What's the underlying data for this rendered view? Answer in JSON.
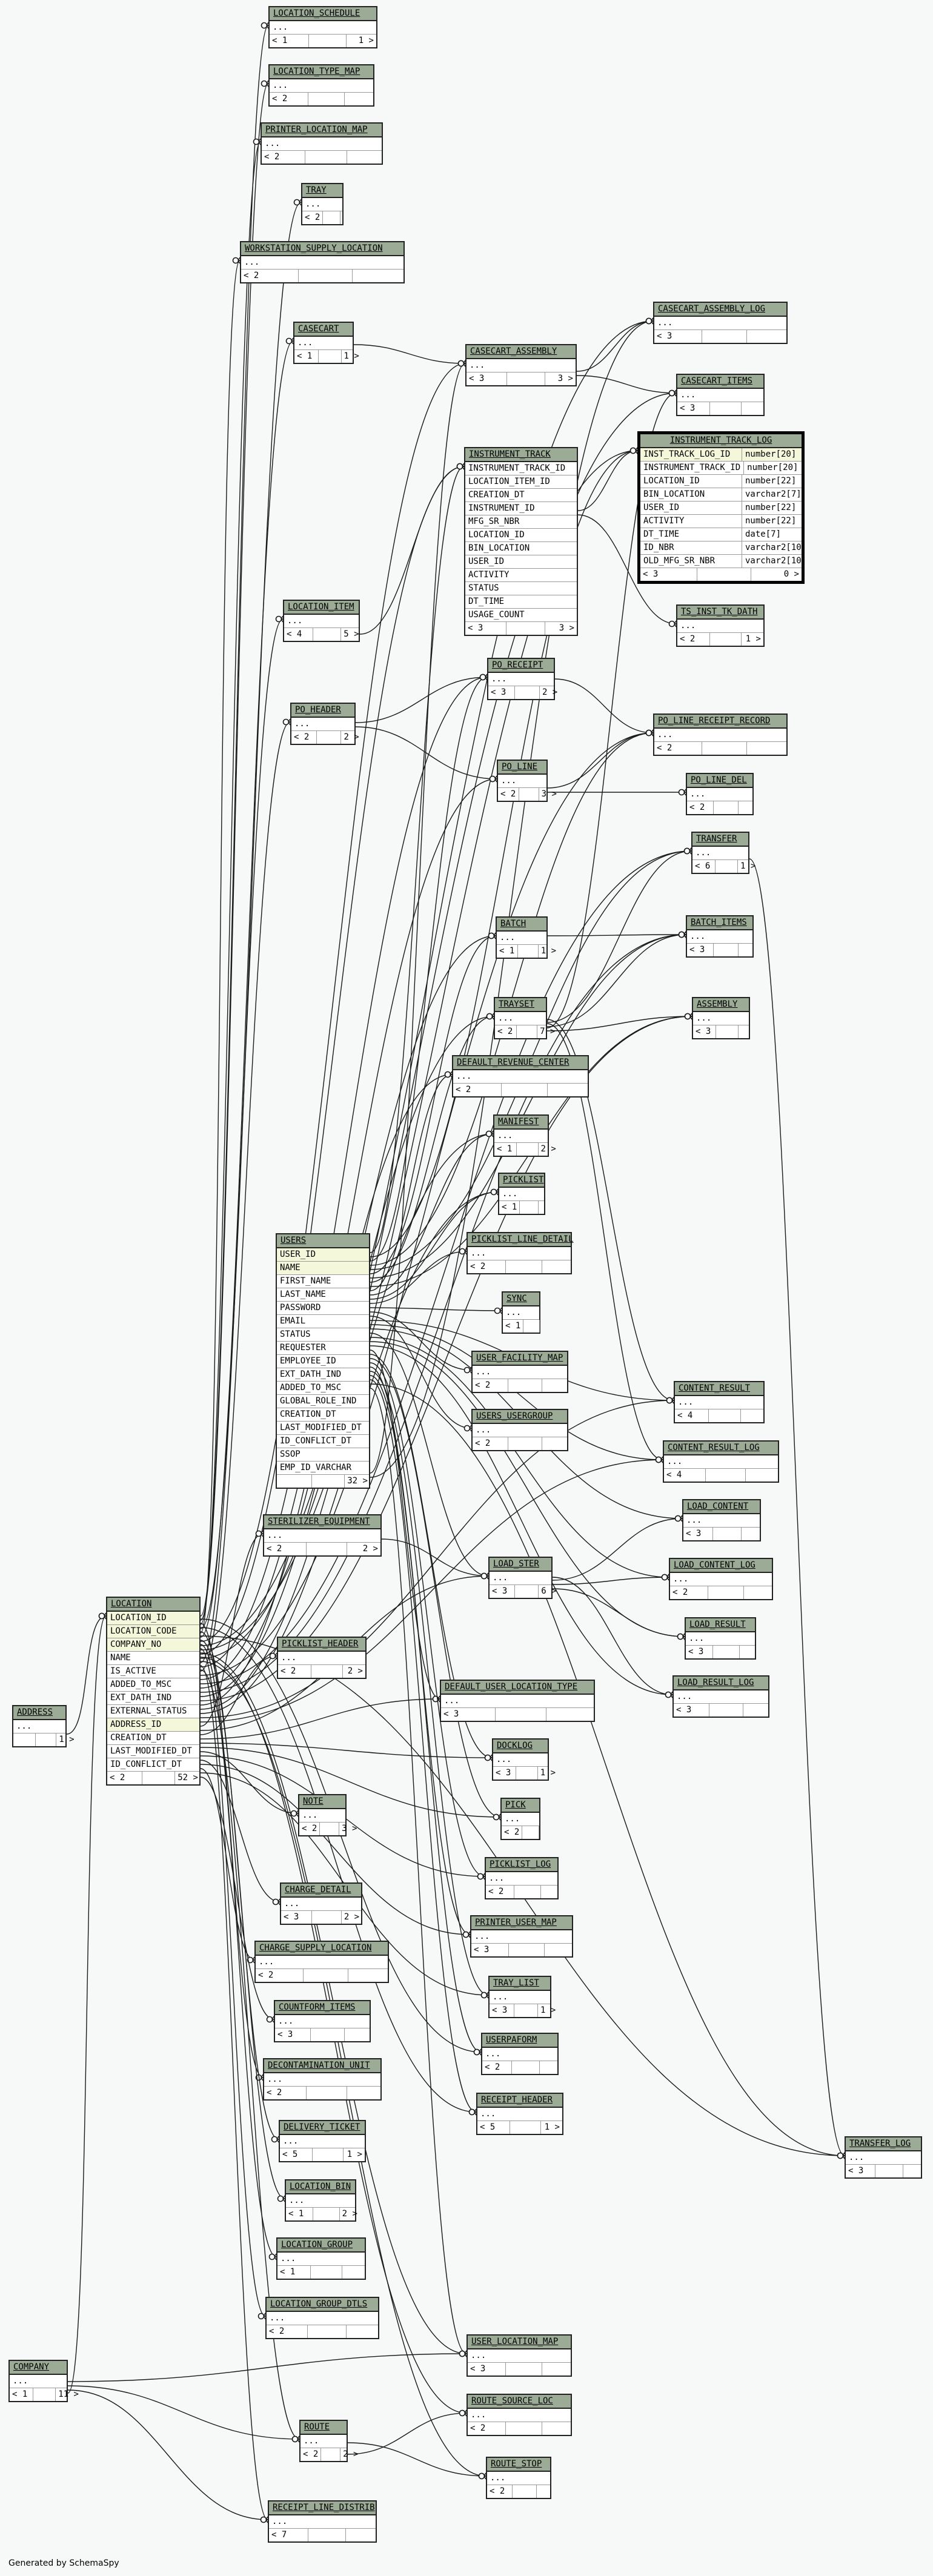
{
  "caption": "Generated by SchemaSpy",
  "colors": {
    "header": "#9bab96",
    "highlight": "#f4f7da",
    "line": "#1a1a1a",
    "border": "#222222"
  },
  "tables": [
    {
      "id": "location_schedule",
      "name": "LOCATION_SCHEDULE",
      "cols": [
        "..."
      ],
      "foot": [
        "< 1",
        "",
        "1 >"
      ]
    },
    {
      "id": "location_type_map",
      "name": "LOCATION_TYPE_MAP",
      "cols": [
        "..."
      ],
      "foot": [
        "< 2",
        "",
        ""
      ]
    },
    {
      "id": "printer_location_map",
      "name": "PRINTER_LOCATION_MAP",
      "cols": [
        "..."
      ],
      "foot": [
        "< 2",
        "",
        ""
      ]
    },
    {
      "id": "tray",
      "name": "TRAY",
      "cols": [
        "..."
      ],
      "foot": [
        "< 2",
        "",
        ""
      ]
    },
    {
      "id": "workstation_supply_location",
      "name": "WORKSTATION_SUPPLY_LOCATION",
      "cols": [
        "..."
      ],
      "foot": [
        "< 2",
        "",
        ""
      ]
    },
    {
      "id": "casecart",
      "name": "CASECART",
      "cols": [
        "..."
      ],
      "foot": [
        "< 1",
        "",
        "1 >"
      ]
    },
    {
      "id": "casecart_assembly",
      "name": "CASECART_ASSEMBLY",
      "cols": [
        "..."
      ],
      "foot": [
        "< 3",
        "",
        "3 >"
      ]
    },
    {
      "id": "casecart_assembly_log",
      "name": "CASECART_ASSEMBLY_LOG",
      "cols": [
        "..."
      ],
      "foot": [
        "< 3",
        "",
        ""
      ]
    },
    {
      "id": "casecart_items",
      "name": "CASECART_ITEMS",
      "cols": [
        "..."
      ],
      "foot": [
        "< 3",
        "",
        ""
      ]
    },
    {
      "id": "instrument_track",
      "name": "INSTRUMENT_TRACK",
      "cols": [
        "INSTRUMENT_TRACK_ID",
        "LOCATION_ITEM_ID",
        "CREATION_DT",
        "INSTRUMENT_ID",
        "MFG_SR_NBR",
        "LOCATION_ID",
        "BIN_LOCATION",
        "USER_ID",
        "ACTIVITY",
        "STATUS",
        "DT_TIME",
        "USAGE_COUNT"
      ],
      "foot": [
        "< 3",
        "",
        "3 >"
      ]
    },
    {
      "id": "instrument_track_log",
      "name": "INSTRUMENT_TRACK_LOG",
      "focus": true,
      "cols": [
        {
          "n": "INST_TRACK_LOG_ID",
          "t": "number[20]"
        },
        {
          "n": "INSTRUMENT_TRACK_ID",
          "t": "number[20]"
        },
        {
          "n": "LOCATION_ID",
          "t": "number[22]"
        },
        {
          "n": "BIN_LOCATION",
          "t": "varchar2[7]"
        },
        {
          "n": "USER_ID",
          "t": "number[22]"
        },
        {
          "n": "ACTIVITY",
          "t": "number[22]"
        },
        {
          "n": "DT_TIME",
          "t": "date[7]"
        },
        {
          "n": "ID_NBR",
          "t": "varchar2[10]"
        },
        {
          "n": "OLD_MFG_SR_NBR",
          "t": "varchar2[10]"
        }
      ],
      "foot": [
        "< 3",
        "",
        "0 >"
      ]
    },
    {
      "id": "ts_inst_tk_dath",
      "name": "TS_INST_TK_DATH",
      "cols": [
        "..."
      ],
      "foot": [
        "< 2",
        "",
        "1 >"
      ]
    },
    {
      "id": "location_item",
      "name": "LOCATION_ITEM",
      "cols": [
        "..."
      ],
      "foot": [
        "< 4",
        "",
        "5 >"
      ]
    },
    {
      "id": "po_receipt",
      "name": "PO_RECEIPT",
      "cols": [
        "..."
      ],
      "foot": [
        "< 3",
        "",
        "2 >"
      ]
    },
    {
      "id": "po_header",
      "name": "PO_HEADER",
      "cols": [
        "..."
      ],
      "foot": [
        "< 2",
        "",
        "2 >"
      ]
    },
    {
      "id": "po_line_receipt_record",
      "name": "PO_LINE_RECEIPT_RECORD",
      "cols": [
        "..."
      ],
      "foot": [
        "< 2",
        "",
        ""
      ]
    },
    {
      "id": "po_line",
      "name": "PO_LINE",
      "cols": [
        "..."
      ],
      "foot": [
        "< 2",
        "",
        "3 >"
      ]
    },
    {
      "id": "po_line_del",
      "name": "PO_LINE_DEL",
      "cols": [
        "..."
      ],
      "foot": [
        "< 2",
        "",
        ""
      ]
    },
    {
      "id": "transfer",
      "name": "TRANSFER",
      "cols": [
        "..."
      ],
      "foot": [
        "< 6",
        "",
        "1 >"
      ]
    },
    {
      "id": "batch",
      "name": "BATCH",
      "cols": [
        "..."
      ],
      "foot": [
        "< 1",
        "",
        "1 >"
      ]
    },
    {
      "id": "batch_items",
      "name": "BATCH_ITEMS",
      "cols": [
        "..."
      ],
      "foot": [
        "< 3",
        "",
        ""
      ]
    },
    {
      "id": "trayset",
      "name": "TRAYSET",
      "cols": [
        "..."
      ],
      "foot": [
        "< 2",
        "",
        "7 >"
      ]
    },
    {
      "id": "assembly",
      "name": "ASSEMBLY",
      "cols": [
        "..."
      ],
      "foot": [
        "< 3",
        "",
        ""
      ]
    },
    {
      "id": "default_revenue_center",
      "name": "DEFAULT_REVENUE_CENTER",
      "cols": [
        "..."
      ],
      "foot": [
        "< 2",
        "",
        ""
      ]
    },
    {
      "id": "manifest",
      "name": "MANIFEST",
      "cols": [
        "..."
      ],
      "foot": [
        "< 1",
        "",
        "2 >"
      ]
    },
    {
      "id": "picklist",
      "name": "PICKLIST",
      "cols": [
        "..."
      ],
      "foot": [
        "< 1",
        "",
        ""
      ]
    },
    {
      "id": "users",
      "name": "USERS",
      "cols": [
        "USER_ID",
        "NAME",
        "FIRST_NAME",
        "LAST_NAME",
        "PASSWORD",
        "EMAIL",
        "STATUS",
        "REQUESTER",
        "EMPLOYEE_ID",
        "EXT_DATH_IND",
        "ADDED_TO_MSC",
        "GLOBAL_ROLE_IND",
        "CREATION_DT",
        "LAST_MODIFIED_DT",
        "ID_CONFLICT_DT",
        "SSOP",
        "EMP_ID_VARCHAR"
      ],
      "pk": [
        0,
        1
      ],
      "foot": [
        "",
        "",
        "32 >"
      ]
    },
    {
      "id": "picklist_line_detail",
      "name": "PICKLIST_LINE_DETAIL",
      "cols": [
        "..."
      ],
      "foot": [
        "< 2",
        "",
        ""
      ]
    },
    {
      "id": "sync",
      "name": "SYNC",
      "cols": [
        "..."
      ],
      "foot": [
        "< 1",
        "",
        ""
      ]
    },
    {
      "id": "user_facility_map",
      "name": "USER_FACILITY_MAP",
      "cols": [
        "..."
      ],
      "foot": [
        "< 2",
        "",
        ""
      ]
    },
    {
      "id": "users_usergroup",
      "name": "USERS_USERGROUP",
      "cols": [
        "..."
      ],
      "foot": [
        "< 2",
        "",
        ""
      ]
    },
    {
      "id": "content_result",
      "name": "CONTENT_RESULT",
      "cols": [
        "..."
      ],
      "foot": [
        "< 4",
        "",
        ""
      ]
    },
    {
      "id": "content_result_log",
      "name": "CONTENT_RESULT_LOG",
      "cols": [
        "..."
      ],
      "foot": [
        "< 4",
        "",
        ""
      ]
    },
    {
      "id": "sterilizer_equipment",
      "name": "STERILIZER_EQUIPMENT",
      "cols": [
        "..."
      ],
      "foot": [
        "< 2",
        "",
        "2 >"
      ]
    },
    {
      "id": "load_content",
      "name": "LOAD_CONTENT",
      "cols": [
        "..."
      ],
      "foot": [
        "< 3",
        "",
        ""
      ]
    },
    {
      "id": "load_ster",
      "name": "LOAD_STER",
      "cols": [
        "..."
      ],
      "foot": [
        "< 3",
        "",
        "6 >"
      ]
    },
    {
      "id": "load_content_log",
      "name": "LOAD_CONTENT_LOG",
      "cols": [
        "..."
      ],
      "foot": [
        "< 2",
        "",
        ""
      ]
    },
    {
      "id": "location",
      "name": "LOCATION",
      "cols": [
        "LOCATION_ID",
        "LOCATION_CODE",
        "COMPANY_NO",
        "NAME",
        "IS_ACTIVE",
        "ADDED_TO_MSC",
        "EXT_DATH_IND",
        "EXTERNAL_STATUS",
        "ADDRESS_ID",
        "CREATION_DT",
        "LAST_MODIFIED_DT",
        "ID_CONFLICT_DT"
      ],
      "pk": [
        0,
        1,
        2,
        8
      ],
      "foot": [
        "< 2",
        "",
        "52 >"
      ]
    },
    {
      "id": "load_result",
      "name": "LOAD_RESULT",
      "cols": [
        "..."
      ],
      "foot": [
        "< 3",
        "",
        ""
      ]
    },
    {
      "id": "picklist_header",
      "name": "PICKLIST_HEADER",
      "cols": [
        "..."
      ],
      "foot": [
        "< 2",
        "",
        "2 >"
      ]
    },
    {
      "id": "default_user_location_type",
      "name": "DEFAULT_USER_LOCATION_TYPE",
      "cols": [
        "..."
      ],
      "foot": [
        "< 3",
        "",
        ""
      ]
    },
    {
      "id": "load_result_log",
      "name": "LOAD_RESULT_LOG",
      "cols": [
        "..."
      ],
      "foot": [
        "< 3",
        "",
        ""
      ]
    },
    {
      "id": "address",
      "name": "ADDRESS",
      "cols": [
        "..."
      ],
      "foot": [
        "",
        "",
        "1 >"
      ]
    },
    {
      "id": "docklog",
      "name": "DOCKLOG",
      "cols": [
        "..."
      ],
      "foot": [
        "< 3",
        "",
        "1 >"
      ]
    },
    {
      "id": "pick",
      "name": "PICK",
      "cols": [
        "..."
      ],
      "foot": [
        "< 2",
        "",
        ""
      ]
    },
    {
      "id": "note",
      "name": "NOTE",
      "cols": [
        "..."
      ],
      "foot": [
        "< 2",
        "",
        "3 >"
      ]
    },
    {
      "id": "picklist_log",
      "name": "PICKLIST_LOG",
      "cols": [
        "..."
      ],
      "foot": [
        "< 2",
        "",
        ""
      ]
    },
    {
      "id": "charge_detail",
      "name": "CHARGE_DETAIL",
      "cols": [
        "..."
      ],
      "foot": [
        "< 3",
        "",
        "2 >"
      ]
    },
    {
      "id": "printer_user_map",
      "name": "PRINTER_USER_MAP",
      "cols": [
        "..."
      ],
      "foot": [
        "< 3",
        "",
        ""
      ]
    },
    {
      "id": "charge_supply_location",
      "name": "CHARGE_SUPPLY_LOCATION",
      "cols": [
        "..."
      ],
      "foot": [
        "< 2",
        "",
        ""
      ]
    },
    {
      "id": "tray_list",
      "name": "TRAY_LIST",
      "cols": [
        "..."
      ],
      "foot": [
        "< 3",
        "",
        "1 >"
      ]
    },
    {
      "id": "countform_items",
      "name": "COUNTFORM_ITEMS",
      "cols": [
        "..."
      ],
      "foot": [
        "< 3",
        "",
        ""
      ]
    },
    {
      "id": "userpaform",
      "name": "USERPAFORM",
      "cols": [
        "..."
      ],
      "foot": [
        "< 2",
        "",
        ""
      ]
    },
    {
      "id": "decontamination_unit",
      "name": "DECONTAMINATION_UNIT",
      "cols": [
        "..."
      ],
      "foot": [
        "< 2",
        "",
        ""
      ]
    },
    {
      "id": "receipt_header",
      "name": "RECEIPT_HEADER",
      "cols": [
        "..."
      ],
      "foot": [
        "< 5",
        "",
        "1 >"
      ]
    },
    {
      "id": "delivery_ticket",
      "name": "DELIVERY_TICKET",
      "cols": [
        "..."
      ],
      "foot": [
        "< 5",
        "",
        "1 >"
      ]
    },
    {
      "id": "transfer_log",
      "name": "TRANSFER_LOG",
      "cols": [
        "..."
      ],
      "foot": [
        "< 3",
        "",
        ""
      ]
    },
    {
      "id": "location_bin",
      "name": "LOCATION_BIN",
      "cols": [
        "..."
      ],
      "foot": [
        "< 1",
        "",
        "2 >"
      ]
    },
    {
      "id": "location_group",
      "name": "LOCATION_GROUP",
      "cols": [
        "..."
      ],
      "foot": [
        "< 1",
        "",
        ""
      ]
    },
    {
      "id": "location_group_dtls",
      "name": "LOCATION_GROUP_DTLS",
      "cols": [
        "..."
      ],
      "foot": [
        "< 2",
        "",
        ""
      ]
    },
    {
      "id": "user_location_map",
      "name": "USER_LOCATION_MAP",
      "cols": [
        "..."
      ],
      "foot": [
        "< 3",
        "",
        ""
      ]
    },
    {
      "id": "company",
      "name": "COMPANY",
      "cols": [
        "..."
      ],
      "foot": [
        "< 1",
        "",
        "11 >"
      ]
    },
    {
      "id": "route_source_loc",
      "name": "ROUTE_SOURCE_LOC",
      "cols": [
        "..."
      ],
      "foot": [
        "< 2",
        "",
        ""
      ]
    },
    {
      "id": "route",
      "name": "ROUTE",
      "cols": [
        "..."
      ],
      "foot": [
        "< 2",
        "",
        "2 >"
      ]
    },
    {
      "id": "route_stop",
      "name": "ROUTE_STOP",
      "cols": [
        "..."
      ],
      "foot": [
        "< 2",
        "",
        ""
      ]
    },
    {
      "id": "receipt_line_distrib",
      "name": "RECEIPT_LINE_DISTRIB",
      "cols": [
        "..."
      ],
      "foot": [
        "< 7",
        "",
        ""
      ]
    }
  ],
  "relationships": [
    [
      "location",
      "location_schedule"
    ],
    [
      "location",
      "location_type_map"
    ],
    [
      "location",
      "printer_location_map"
    ],
    [
      "location",
      "tray"
    ],
    [
      "location",
      "workstation_supply_location"
    ],
    [
      "location",
      "casecart"
    ],
    [
      "location",
      "casecart_assembly"
    ],
    [
      "location",
      "casecart_assembly_log"
    ],
    [
      "location",
      "casecart_items"
    ],
    [
      "location",
      "instrument_track"
    ],
    [
      "location",
      "instrument_track_log"
    ],
    [
      "location",
      "location_item"
    ],
    [
      "location",
      "po_receipt"
    ],
    [
      "location",
      "po_header"
    ],
    [
      "location",
      "po_line_receipt_record"
    ],
    [
      "location",
      "po_line"
    ],
    [
      "location",
      "transfer"
    ],
    [
      "location",
      "batch"
    ],
    [
      "location",
      "batch_items"
    ],
    [
      "location",
      "trayset"
    ],
    [
      "location",
      "assembly"
    ],
    [
      "location",
      "default_revenue_center"
    ],
    [
      "location",
      "manifest"
    ],
    [
      "location",
      "picklist"
    ],
    [
      "location",
      "content_result"
    ],
    [
      "location",
      "content_result_log"
    ],
    [
      "location",
      "sterilizer_equipment"
    ],
    [
      "location",
      "load_ster"
    ],
    [
      "location",
      "picklist_header"
    ],
    [
      "location",
      "default_user_location_type"
    ],
    [
      "location",
      "docklog"
    ],
    [
      "location",
      "pick"
    ],
    [
      "location",
      "note"
    ],
    [
      "location",
      "picklist_log"
    ],
    [
      "location",
      "charge_detail"
    ],
    [
      "location",
      "printer_user_map"
    ],
    [
      "location",
      "charge_supply_location"
    ],
    [
      "location",
      "tray_list"
    ],
    [
      "location",
      "countform_items"
    ],
    [
      "location",
      "userpaform"
    ],
    [
      "location",
      "decontamination_unit"
    ],
    [
      "location",
      "receipt_header"
    ],
    [
      "location",
      "delivery_ticket"
    ],
    [
      "location",
      "transfer_log"
    ],
    [
      "location",
      "location_bin"
    ],
    [
      "location",
      "location_group"
    ],
    [
      "location",
      "location_group_dtls"
    ],
    [
      "location",
      "user_location_map"
    ],
    [
      "location",
      "route_source_loc"
    ],
    [
      "location",
      "route_stop"
    ],
    [
      "location",
      "receipt_line_distrib"
    ],
    [
      "location",
      "route"
    ],
    [
      "users",
      "casecart_assembly"
    ],
    [
      "users",
      "casecart_assembly_log"
    ],
    [
      "users",
      "instrument_track"
    ],
    [
      "users",
      "instrument_track_log"
    ],
    [
      "users",
      "po_receipt"
    ],
    [
      "users",
      "po_line_receipt_record"
    ],
    [
      "users",
      "transfer"
    ],
    [
      "users",
      "batch"
    ],
    [
      "users",
      "batch_items"
    ],
    [
      "users",
      "trayset"
    ],
    [
      "users",
      "assembly"
    ],
    [
      "users",
      "default_revenue_center"
    ],
    [
      "users",
      "manifest"
    ],
    [
      "users",
      "picklist"
    ],
    [
      "users",
      "picklist_line_detail"
    ],
    [
      "users",
      "sync"
    ],
    [
      "users",
      "user_facility_map"
    ],
    [
      "users",
      "users_usergroup"
    ],
    [
      "users",
      "content_result"
    ],
    [
      "users",
      "content_result_log"
    ],
    [
      "users",
      "load_content"
    ],
    [
      "users",
      "load_ster"
    ],
    [
      "users",
      "load_content_log"
    ],
    [
      "users",
      "load_result"
    ],
    [
      "users",
      "load_result_log"
    ],
    [
      "users",
      "default_user_location_type"
    ],
    [
      "users",
      "docklog"
    ],
    [
      "users",
      "pick"
    ],
    [
      "users",
      "picklist_log"
    ],
    [
      "users",
      "printer_user_map"
    ],
    [
      "users",
      "tray_list"
    ],
    [
      "users",
      "userpaform"
    ],
    [
      "users",
      "receipt_header"
    ],
    [
      "users",
      "transfer_log"
    ],
    [
      "users",
      "user_location_map"
    ],
    [
      "instrument_track",
      "instrument_track_log"
    ],
    [
      "instrument_track",
      "ts_inst_tk_dath"
    ],
    [
      "location_item",
      "instrument_track"
    ],
    [
      "casecart",
      "casecart_assembly"
    ],
    [
      "casecart_assembly",
      "casecart_assembly_log"
    ],
    [
      "casecart_assembly",
      "casecart_items"
    ],
    [
      "po_header",
      "po_receipt"
    ],
    [
      "po_header",
      "po_line"
    ],
    [
      "po_line",
      "po_line_receipt_record"
    ],
    [
      "po_line",
      "po_line_del"
    ],
    [
      "po_receipt",
      "po_line_receipt_record"
    ],
    [
      "trayset",
      "transfer"
    ],
    [
      "trayset",
      "batch_items"
    ],
    [
      "trayset",
      "assembly"
    ],
    [
      "trayset",
      "content_result"
    ],
    [
      "trayset",
      "content_result_log"
    ],
    [
      "trayset",
      "casecart_items"
    ],
    [
      "batch",
      "batch_items"
    ],
    [
      "load_ster",
      "load_content"
    ],
    [
      "load_ster",
      "load_content_log"
    ],
    [
      "load_ster",
      "load_result"
    ],
    [
      "load_ster",
      "load_result_log"
    ],
    [
      "sterilizer_equipment",
      "load_ster"
    ],
    [
      "address",
      "location"
    ],
    [
      "company",
      "location"
    ],
    [
      "company",
      "user_location_map"
    ],
    [
      "company",
      "route"
    ],
    [
      "company",
      "receipt_line_distrib"
    ],
    [
      "route",
      "route_source_loc"
    ],
    [
      "route",
      "route_stop"
    ],
    [
      "transfer",
      "transfer_log"
    ]
  ]
}
